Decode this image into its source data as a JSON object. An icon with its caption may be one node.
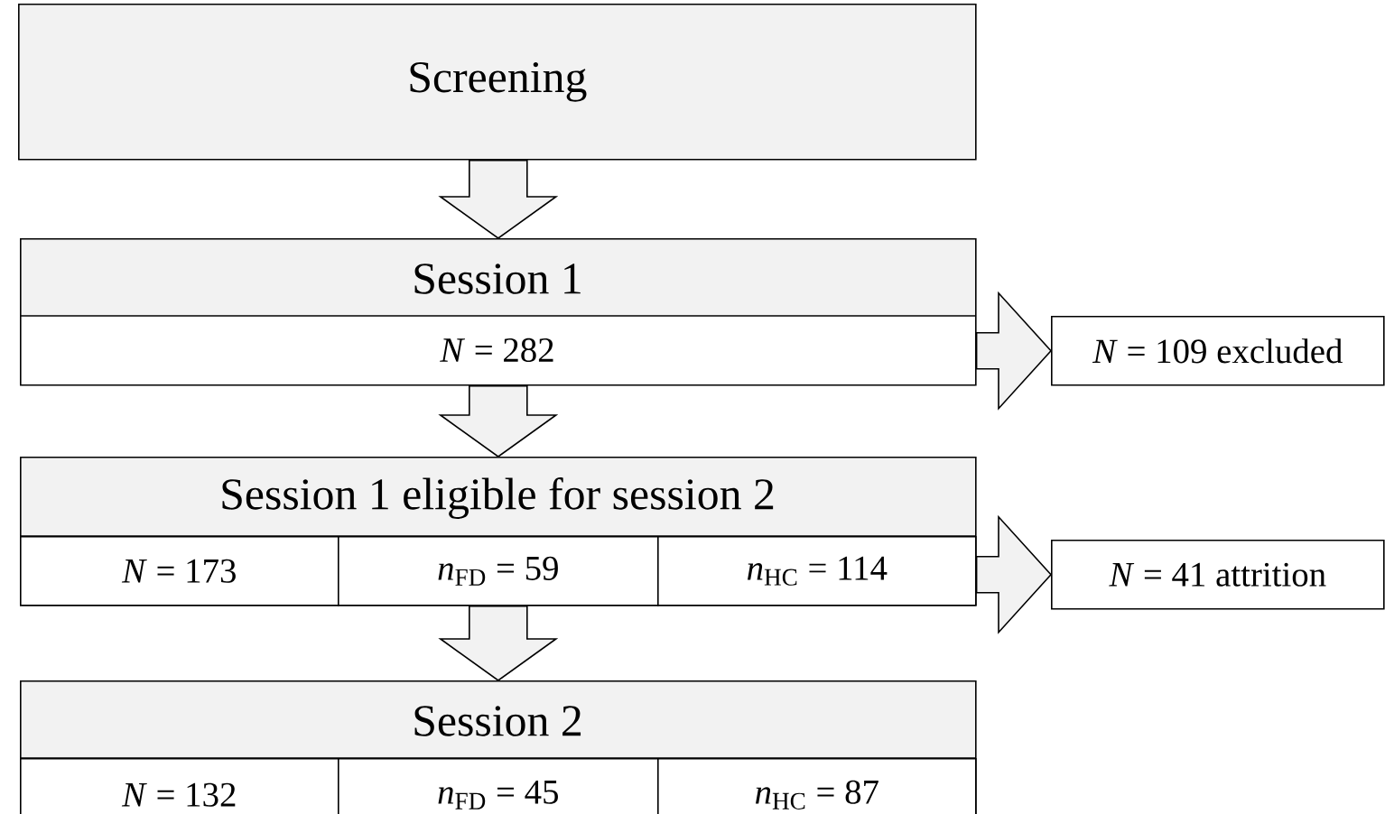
{
  "diagram": {
    "nodes": [
      {
        "text": [
          "Screening"
        ]
      },
      {
        "text": [
          "Session 1",
          "*N* = 282"
        ]
      },
      {
        "text": [
          "*N* = 109 excluded"
        ]
      },
      {
        "text": [
          "Session 1 eligible for session 2"
        ]
      },
      {
        "text": [
          "*N* = 173"
        ],
        "in": 3
      },
      {
        "text": [
          "*n*$_{FD}$ = 59"
        ],
        "in": 3
      },
      {
        "text": [
          "*n*$_{HC}$ = 114"
        ],
        "in": 3
      },
      {
        "text": [
          "*N* = 41 attrition"
        ]
      },
      {
        "text": [
          "Session 2"
        ]
      },
      {
        "text": [
          "*N* = 132"
        ],
        "in": 8
      },
      {
        "text": [
          "*n*$_{FD}$ = 45"
        ],
        "in": 8
      },
      {
        "text": [
          "*n*$_{HC}$ = 87"
        ],
        "in": 8
      }
    ],
    "edges": [
      {
        "from": 0,
        "to": 1,
        "arrow": "to"
      },
      {
        "from": 1,
        "to": 2,
        "arrow": "to"
      },
      {
        "from": 1,
        "to": 3,
        "arrow": "to"
      },
      {
        "from": 3,
        "to": 7,
        "arrow": "to"
      },
      {
        "from": 3,
        "to": 8,
        "arrow": "to"
      }
    ]
  }
}
